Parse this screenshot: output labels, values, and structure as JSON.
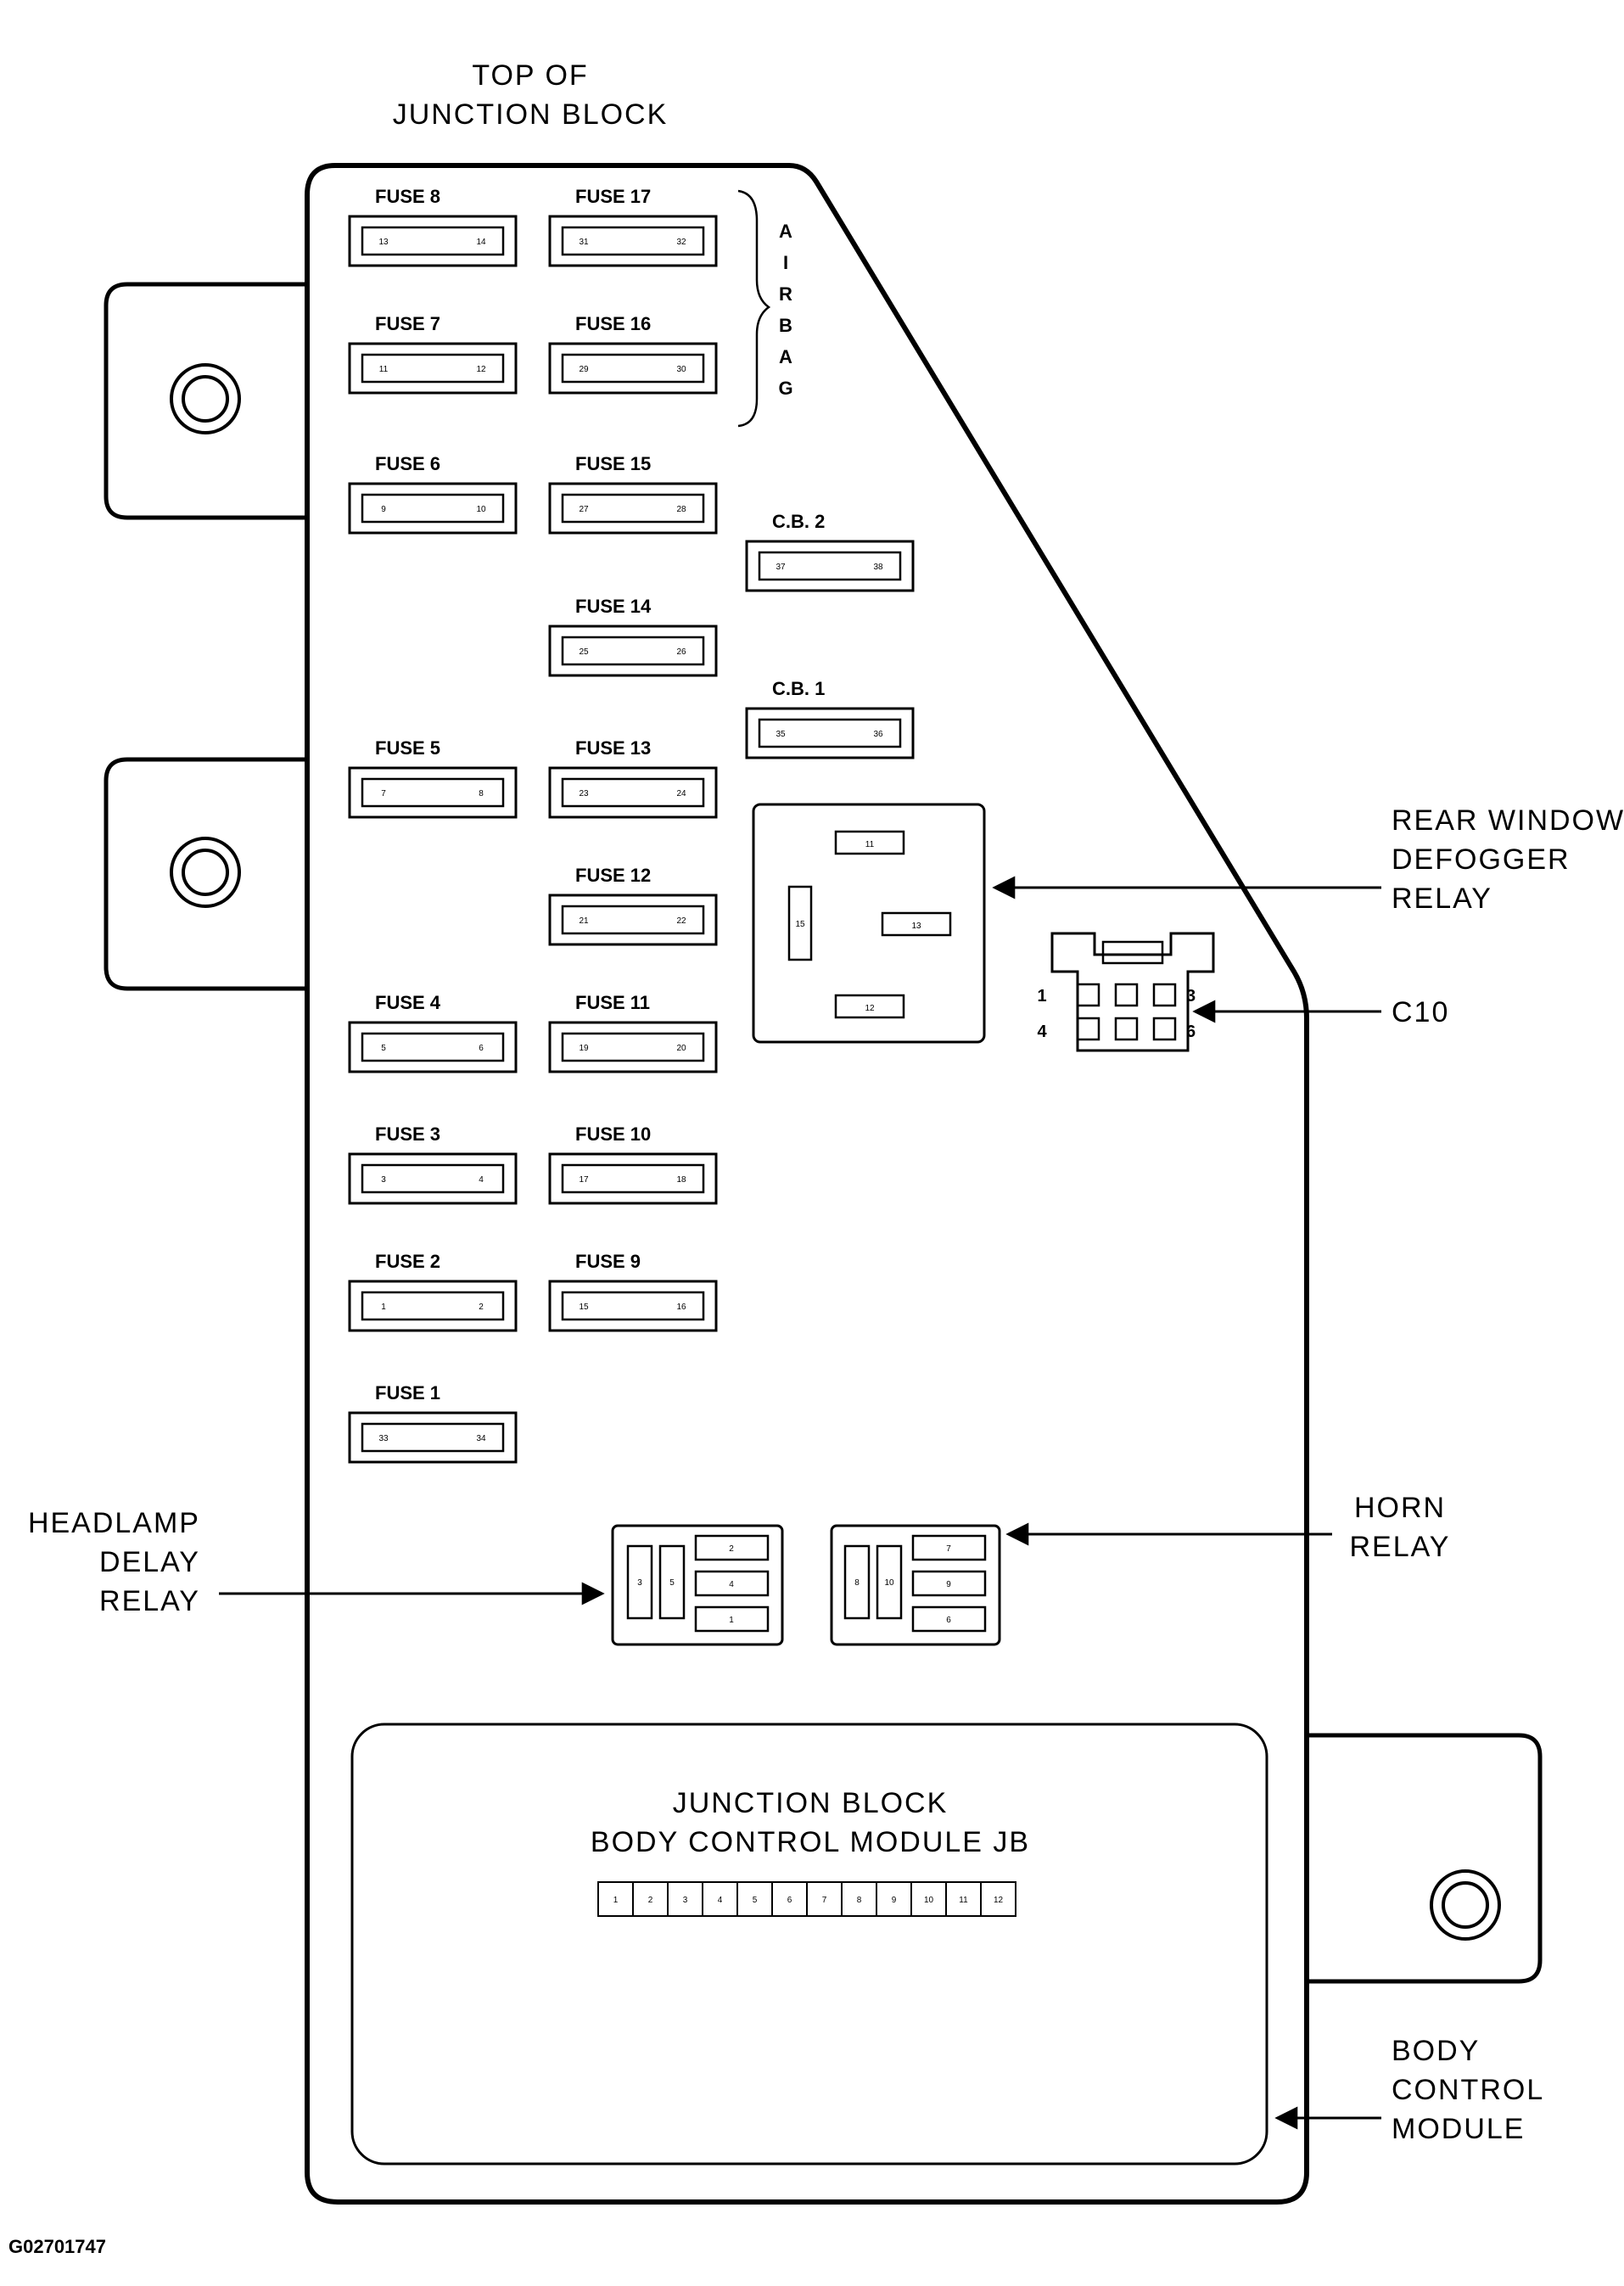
{
  "title": {
    "line1": "TOP OF",
    "line2": "JUNCTION BLOCK"
  },
  "fuses": [
    {
      "label": "FUSE 8",
      "pins": [
        "13",
        "14"
      ]
    },
    {
      "label": "FUSE 7",
      "pins": [
        "11",
        "12"
      ]
    },
    {
      "label": "FUSE 6",
      "pins": [
        "9",
        "10"
      ]
    },
    {
      "label": "FUSE 5",
      "pins": [
        "7",
        "8"
      ]
    },
    {
      "label": "FUSE 4",
      "pins": [
        "5",
        "6"
      ]
    },
    {
      "label": "FUSE 3",
      "pins": [
        "3",
        "4"
      ]
    },
    {
      "label": "FUSE 2",
      "pins": [
        "1",
        "2"
      ]
    },
    {
      "label": "FUSE 1",
      "pins": [
        "33",
        "34"
      ]
    },
    {
      "label": "FUSE 17",
      "pins": [
        "31",
        "32"
      ]
    },
    {
      "label": "FUSE 16",
      "pins": [
        "29",
        "30"
      ]
    },
    {
      "label": "FUSE 15",
      "pins": [
        "27",
        "28"
      ]
    },
    {
      "label": "FUSE 14",
      "pins": [
        "25",
        "26"
      ]
    },
    {
      "label": "FUSE 13",
      "pins": [
        "23",
        "24"
      ]
    },
    {
      "label": "FUSE 12",
      "pins": [
        "21",
        "22"
      ]
    },
    {
      "label": "FUSE 11",
      "pins": [
        "19",
        "20"
      ]
    },
    {
      "label": "FUSE 10",
      "pins": [
        "17",
        "18"
      ]
    },
    {
      "label": "FUSE 9",
      "pins": [
        "15",
        "16"
      ]
    }
  ],
  "breakers": [
    {
      "label": "C.B. 2",
      "pins": [
        "37",
        "38"
      ]
    },
    {
      "label": "C.B. 1",
      "pins": [
        "35",
        "36"
      ]
    }
  ],
  "airbag_letters": [
    "A",
    "I",
    "R",
    "B",
    "A",
    "G"
  ],
  "rear_defogger_relay": {
    "label": [
      "REAR WINDOW",
      "DEFOGGER",
      "RELAY"
    ],
    "pins": [
      "11",
      "15",
      "13",
      "12"
    ]
  },
  "connector_c10": {
    "label": "C10",
    "pins": [
      "1",
      "3",
      "4",
      "6"
    ]
  },
  "headlamp_relay": {
    "label": [
      "HEADLAMP",
      "DELAY",
      "RELAY"
    ],
    "pins": [
      "3",
      "5",
      "2",
      "4",
      "1"
    ]
  },
  "horn_relay": {
    "label": [
      "HORN",
      "RELAY"
    ],
    "pins": [
      "8",
      "10",
      "7",
      "9",
      "6"
    ]
  },
  "bcm_junction": {
    "label": [
      "JUNCTION BLOCK",
      "BODY CONTROL MODULE JB"
    ],
    "pins": [
      "1",
      "2",
      "3",
      "4",
      "5",
      "6",
      "7",
      "8",
      "9",
      "10",
      "11",
      "12"
    ]
  },
  "bcm_label": [
    "BODY",
    "CONTROL",
    "MODULE"
  ],
  "figure_id": "G02701747"
}
